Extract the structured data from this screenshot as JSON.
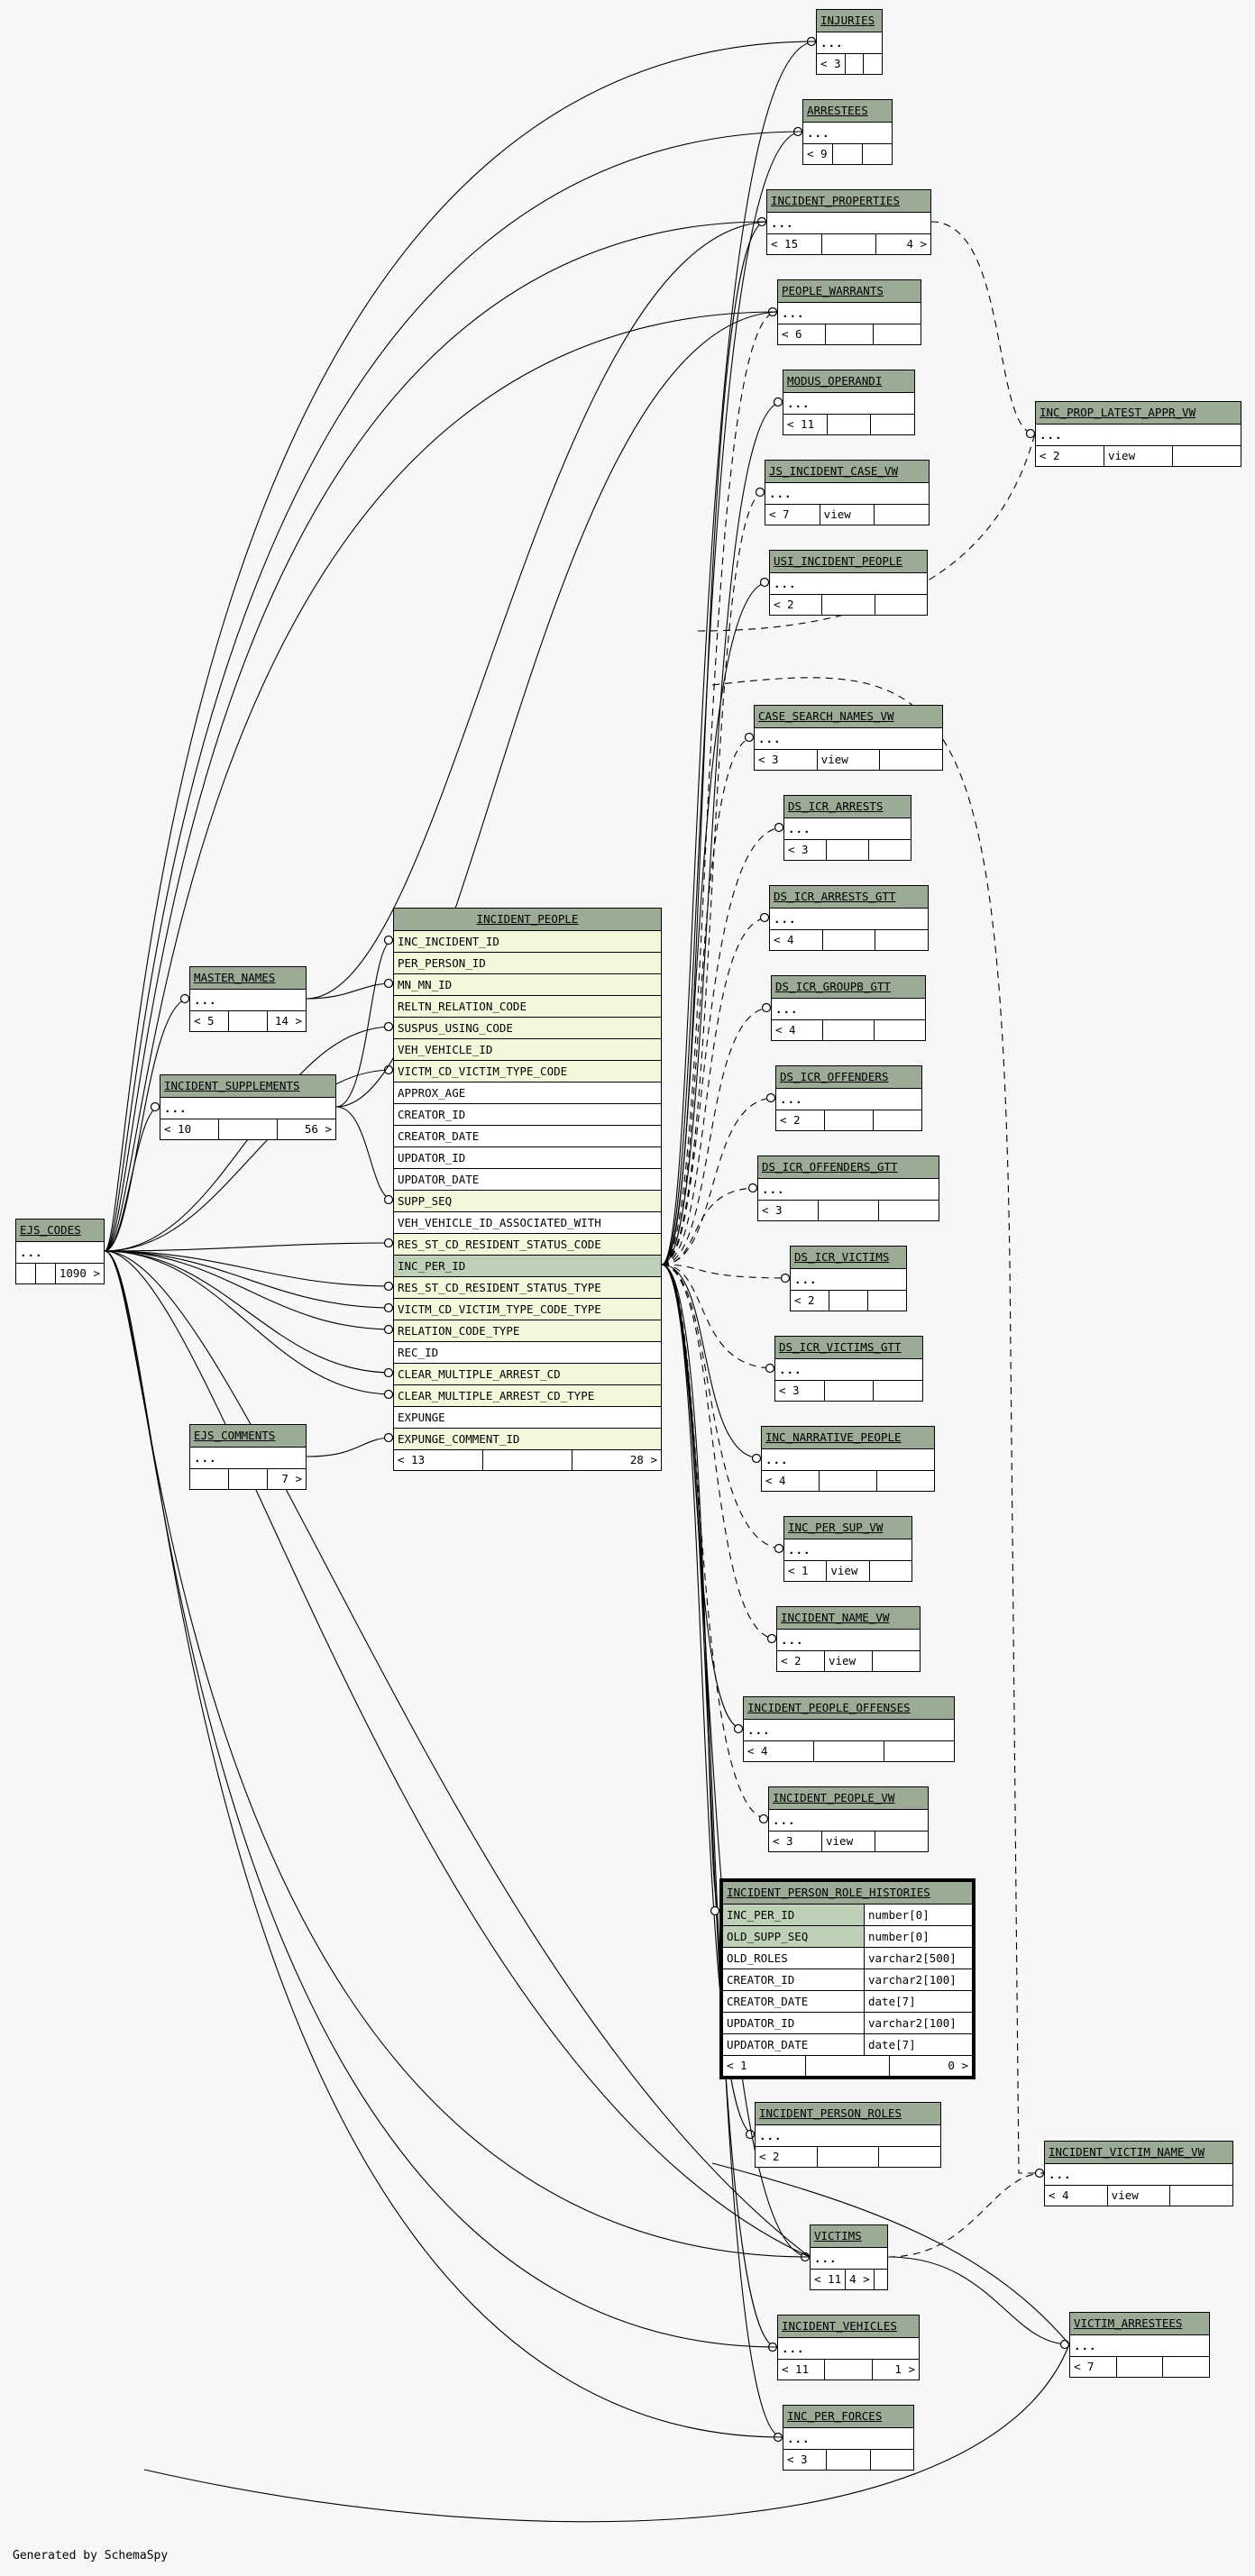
{
  "footer": "Generated by SchemaSpy",
  "focus_table": {
    "name": "INCIDENT_PERSON_ROLE_HISTORIES",
    "columns": [
      {
        "name": "INC_PER_ID",
        "type": "number[0]"
      },
      {
        "name": "OLD_SUPP_SEQ",
        "type": "number[0]"
      },
      {
        "name": "OLD_ROLES",
        "type": "varchar2[500]"
      },
      {
        "name": "CREATOR_ID",
        "type": "varchar2[100]"
      },
      {
        "name": "CREATOR_DATE",
        "type": "date[7]"
      },
      {
        "name": "UPDATOR_ID",
        "type": "varchar2[100]"
      },
      {
        "name": "UPDATOR_DATE",
        "type": "date[7]"
      }
    ],
    "footer": [
      "< 1",
      "",
      "0 >"
    ]
  },
  "main_table": {
    "name": "INCIDENT_PEOPLE",
    "columns": [
      {
        "name": "INC_INCIDENT_ID",
        "kind": "fk"
      },
      {
        "name": "PER_PERSON_ID",
        "kind": "fk"
      },
      {
        "name": "MN_MN_ID",
        "kind": "fk"
      },
      {
        "name": "RELTN_RELATION_CODE",
        "kind": "fk"
      },
      {
        "name": "SUSPUS_USING_CODE",
        "kind": "fk"
      },
      {
        "name": "VEH_VEHICLE_ID",
        "kind": "fk"
      },
      {
        "name": "VICTM_CD_VICTIM_TYPE_CODE",
        "kind": "fk"
      },
      {
        "name": "APPROX_AGE",
        "kind": ""
      },
      {
        "name": "CREATOR_ID",
        "kind": ""
      },
      {
        "name": "CREATOR_DATE",
        "kind": ""
      },
      {
        "name": "UPDATOR_ID",
        "kind": ""
      },
      {
        "name": "UPDATOR_DATE",
        "kind": ""
      },
      {
        "name": "SUPP_SEQ",
        "kind": "fk"
      },
      {
        "name": "VEH_VEHICLE_ID_ASSOCIATED_WITH",
        "kind": ""
      },
      {
        "name": "RES_ST_CD_RESIDENT_STATUS_CODE",
        "kind": "fk"
      },
      {
        "name": "INC_PER_ID",
        "kind": "pk"
      },
      {
        "name": "RES_ST_CD_RESIDENT_STATUS_TYPE",
        "kind": "fk"
      },
      {
        "name": "VICTM_CD_VICTIM_TYPE_CODE_TYPE",
        "kind": "fk"
      },
      {
        "name": "RELATION_CODE_TYPE",
        "kind": "fk"
      },
      {
        "name": "REC_ID",
        "kind": ""
      },
      {
        "name": "CLEAR_MULTIPLE_ARREST_CD",
        "kind": "fk"
      },
      {
        "name": "CLEAR_MULTIPLE_ARREST_CD_TYPE",
        "kind": "fk"
      },
      {
        "name": "EXPUNGE",
        "kind": ""
      },
      {
        "name": "EXPUNGE_COMMENT_ID",
        "kind": "fk"
      }
    ],
    "footer": [
      "< 13",
      "",
      "28 >"
    ]
  },
  "tables": [
    {
      "id": "injuries",
      "name": "INJURIES",
      "footer": [
        "< 3",
        "",
        ""
      ]
    },
    {
      "id": "arrestees",
      "name": "ARRESTEES",
      "footer": [
        "< 9",
        "",
        ""
      ]
    },
    {
      "id": "incident_properties",
      "name": "INCIDENT_PROPERTIES",
      "footer": [
        "< 15",
        "",
        "4 >"
      ]
    },
    {
      "id": "people_warrants",
      "name": "PEOPLE_WARRANTS",
      "footer": [
        "< 6",
        "",
        ""
      ]
    },
    {
      "id": "modus_operandi",
      "name": "MODUS_OPERANDI",
      "footer": [
        "< 11",
        "",
        ""
      ]
    },
    {
      "id": "inc_prop_latest_appr_vw",
      "name": "INC_PROP_LATEST_APPR_VW",
      "footer": [
        "< 2",
        "view",
        ""
      ]
    },
    {
      "id": "js_incident_case_vw",
      "name": "JS_INCIDENT_CASE_VW",
      "footer": [
        "< 7",
        "view",
        ""
      ]
    },
    {
      "id": "usi_incident_people",
      "name": "USI_INCIDENT_PEOPLE",
      "footer": [
        "< 2",
        "",
        ""
      ]
    },
    {
      "id": "case_search_names_vw",
      "name": "CASE_SEARCH_NAMES_VW",
      "footer": [
        "< 3",
        "view",
        ""
      ]
    },
    {
      "id": "ds_icr_arrests",
      "name": "DS_ICR_ARRESTS",
      "footer": [
        "< 3",
        "",
        ""
      ]
    },
    {
      "id": "ds_icr_arrests_gtt",
      "name": "DS_ICR_ARRESTS_GTT",
      "footer": [
        "< 4",
        "",
        ""
      ]
    },
    {
      "id": "ds_icr_groupb_gtt",
      "name": "DS_ICR_GROUPB_GTT",
      "footer": [
        "< 4",
        "",
        ""
      ]
    },
    {
      "id": "ds_icr_offenders",
      "name": "DS_ICR_OFFENDERS",
      "footer": [
        "< 2",
        "",
        ""
      ]
    },
    {
      "id": "ds_icr_offenders_gtt",
      "name": "DS_ICR_OFFENDERS_GTT",
      "footer": [
        "< 3",
        "",
        ""
      ]
    },
    {
      "id": "ds_icr_victims",
      "name": "DS_ICR_VICTIMS",
      "footer": [
        "< 2",
        "",
        ""
      ]
    },
    {
      "id": "ds_icr_victims_gtt",
      "name": "DS_ICR_VICTIMS_GTT",
      "footer": [
        "< 3",
        "",
        ""
      ]
    },
    {
      "id": "inc_narrative_people",
      "name": "INC_NARRATIVE_PEOPLE",
      "footer": [
        "< 4",
        "",
        ""
      ]
    },
    {
      "id": "inc_per_sup_vw",
      "name": "INC_PER_SUP_VW",
      "footer": [
        "< 1",
        "view",
        ""
      ]
    },
    {
      "id": "incident_name_vw",
      "name": "INCIDENT_NAME_VW",
      "footer": [
        "< 2",
        "view",
        ""
      ]
    },
    {
      "id": "incident_people_offenses",
      "name": "INCIDENT_PEOPLE_OFFENSES",
      "footer": [
        "< 4",
        "",
        ""
      ]
    },
    {
      "id": "incident_people_vw",
      "name": "INCIDENT_PEOPLE_VW",
      "footer": [
        "< 3",
        "view",
        ""
      ]
    },
    {
      "id": "incident_person_roles",
      "name": "INCIDENT_PERSON_ROLES",
      "footer": [
        "< 2",
        "",
        ""
      ]
    },
    {
      "id": "incident_victim_name_vw",
      "name": "INCIDENT_VICTIM_NAME_VW",
      "footer": [
        "< 4",
        "view",
        ""
      ]
    },
    {
      "id": "victims",
      "name": "VICTIMS",
      "footer": [
        "< 11",
        "4 >",
        ""
      ]
    },
    {
      "id": "victim_arrestees",
      "name": "VICTIM_ARRESTEES",
      "footer": [
        "< 7",
        "",
        ""
      ]
    },
    {
      "id": "incident_vehicles",
      "name": "INCIDENT_VEHICLES",
      "footer": [
        "< 11",
        "",
        "1 >"
      ]
    },
    {
      "id": "inc_per_forces",
      "name": "INC_PER_FORCES",
      "footer": [
        "< 3",
        "",
        ""
      ]
    },
    {
      "id": "master_names",
      "name": "MASTER_NAMES",
      "footer": [
        "< 5",
        "",
        "14 >"
      ]
    },
    {
      "id": "incident_supplements",
      "name": "INCIDENT_SUPPLEMENTS",
      "footer": [
        "< 10",
        "",
        "56 >"
      ]
    },
    {
      "id": "ejs_codes",
      "name": "EJS_CODES",
      "footer": [
        "",
        "",
        "1090 >"
      ]
    },
    {
      "id": "ejs_comments",
      "name": "EJS_COMMENTS",
      "footer": [
        "",
        "",
        "7 >"
      ]
    }
  ],
  "ellipsis": "..."
}
